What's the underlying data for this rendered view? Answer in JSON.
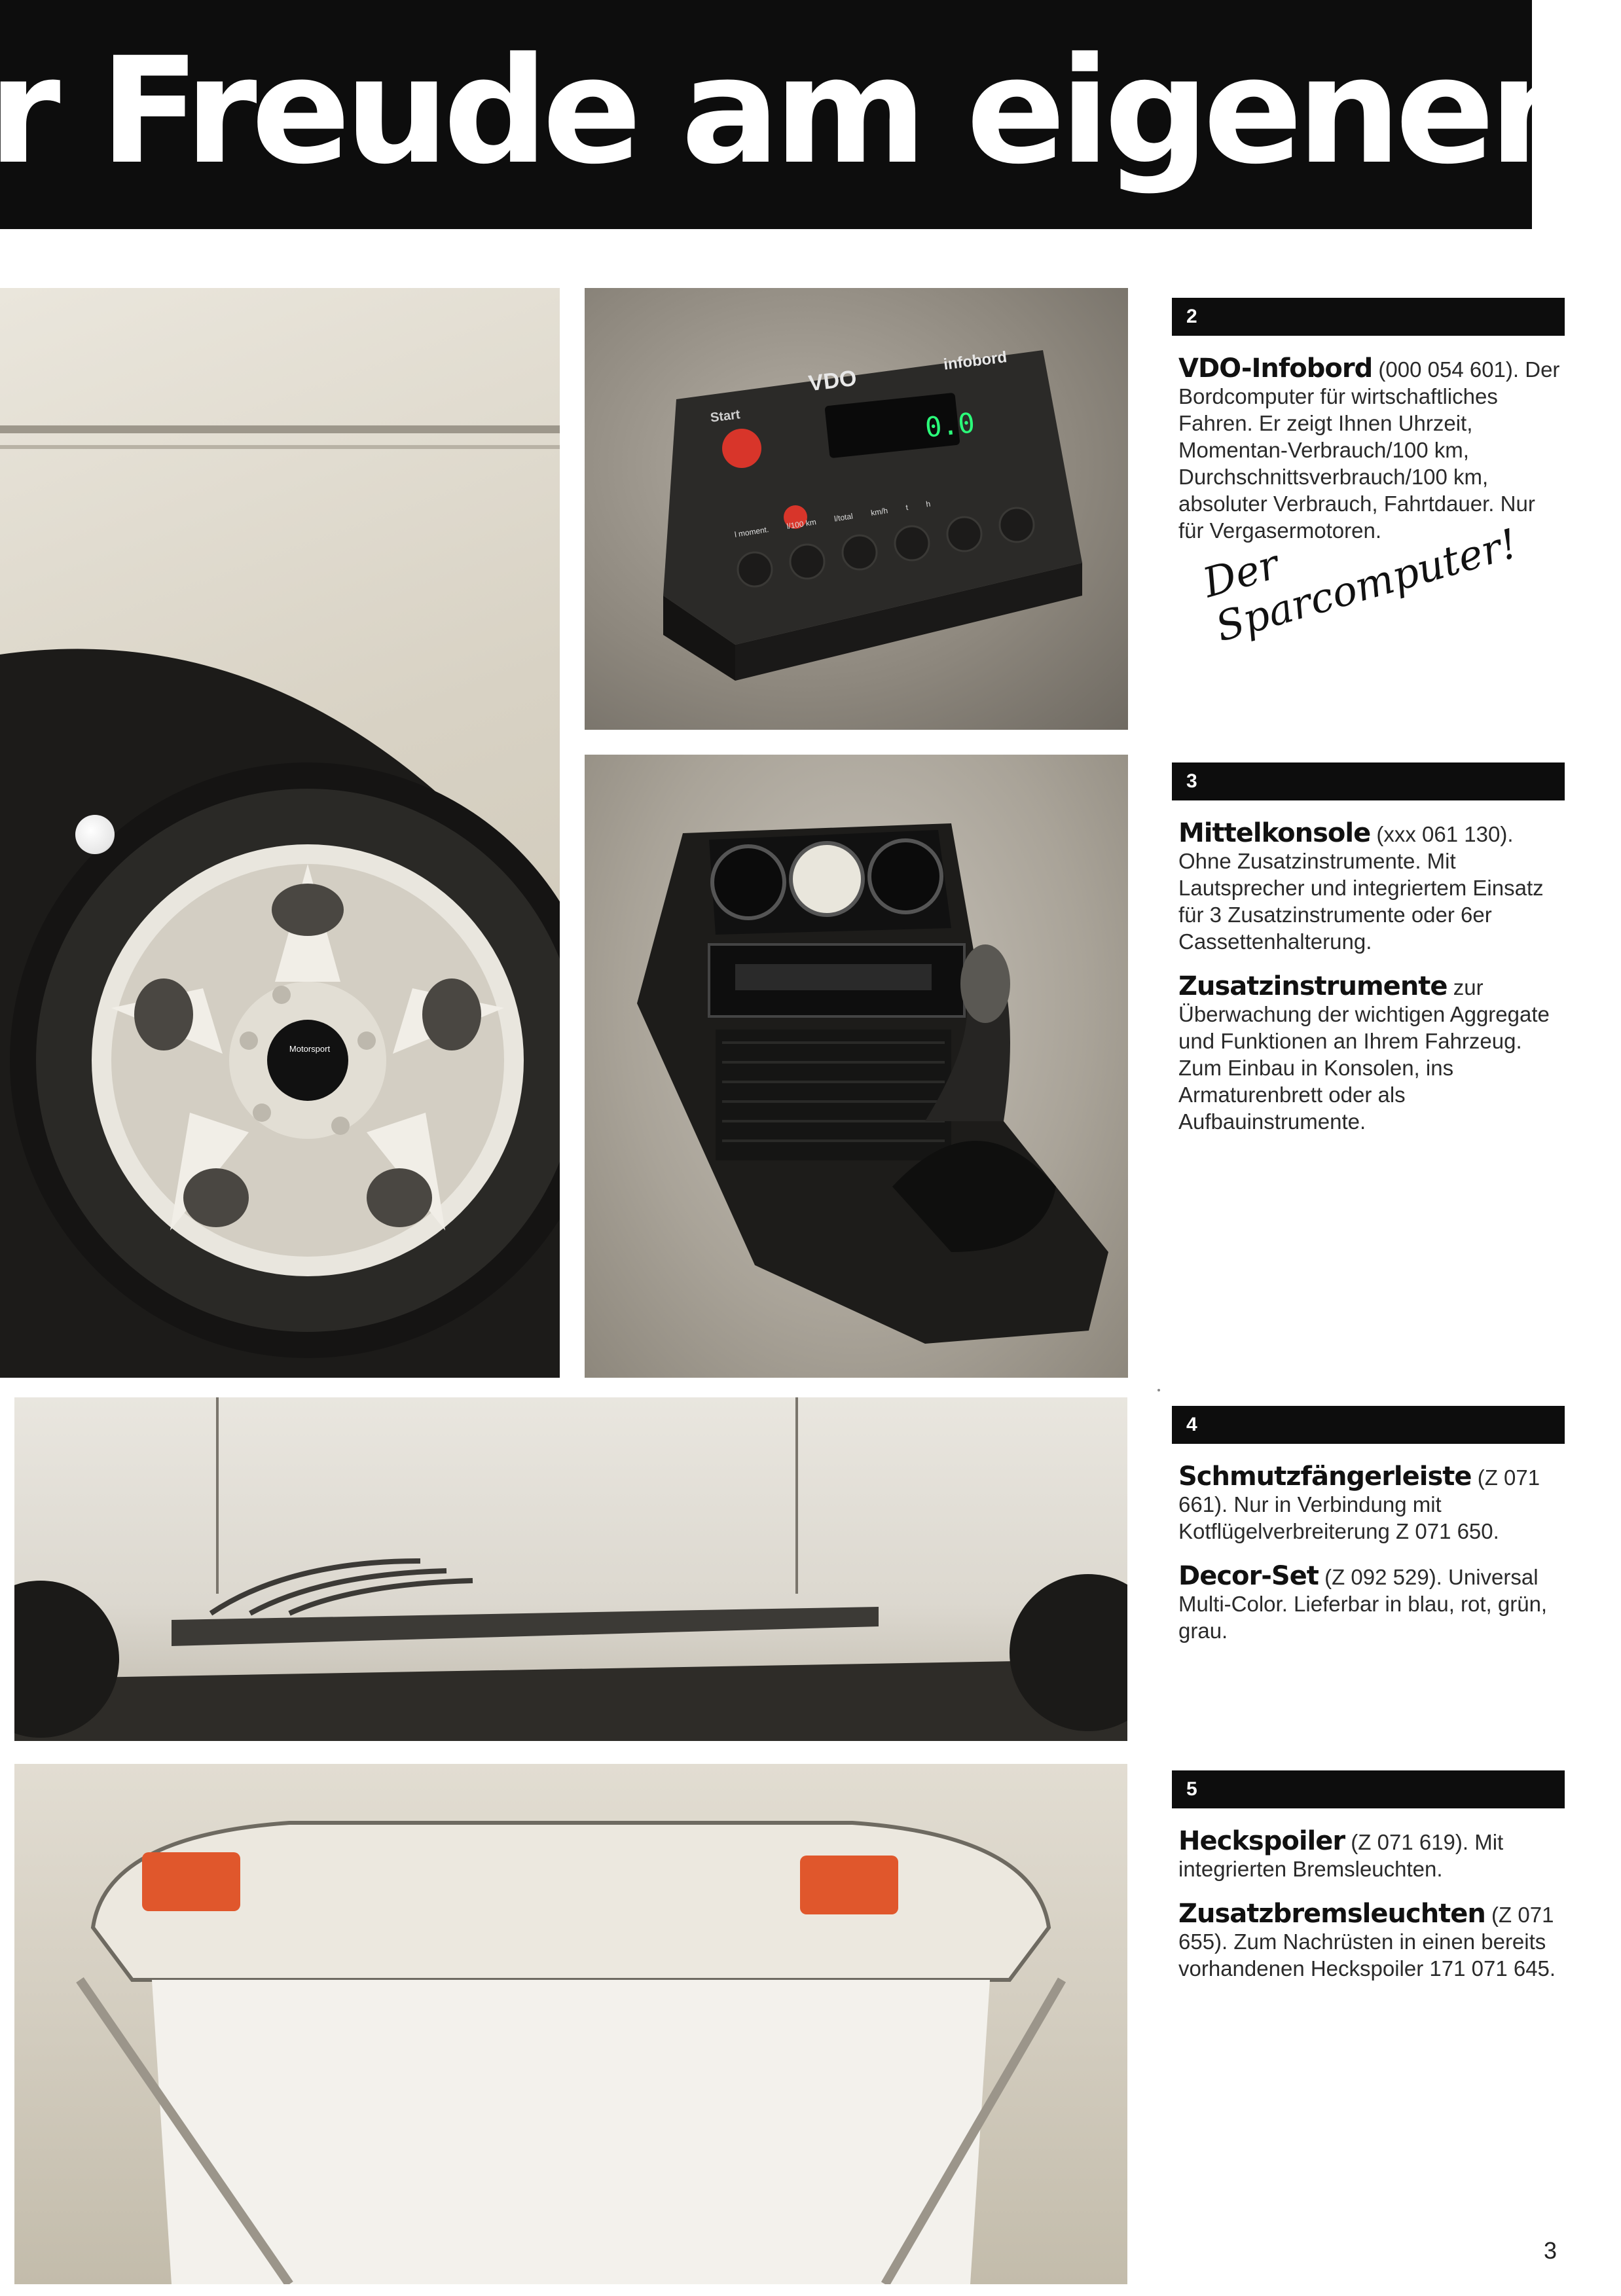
{
  "header": {
    "headline": "r Freude am eigenen Auto."
  },
  "products": [
    {
      "number": "2",
      "paragraphs": [
        {
          "title": "VDO-Infobord",
          "text": " (000 054 601). Der Bordcomputer für wirtschaftliches Fahren. Er zeigt Ihnen Uhrzeit, Momentan-Verbrauch/100 km, Durchschnittsverbrauch/100 km, absoluter Verbrauch, Fahrtdauer. Nur für Vergasermotoren."
        }
      ],
      "handwriting": "Der Sparcomputer!"
    },
    {
      "number": "3",
      "paragraphs": [
        {
          "title": "Mittelkonsole",
          "text": " (xxx 061 130). Ohne Zusatzinstrumente. Mit Lautsprecher und integriertem Einsatz für 3 Zusatzinstrumente oder 6er Cassettenhalterung."
        },
        {
          "title": "Zusatzinstrumente",
          "text": " zur Überwachung der wichtigen Aggregate und Funktionen an Ihrem Fahrzeug. Zum Einbau in Konsolen, ins Armaturenbrett oder als Aufbauinstrumente."
        }
      ]
    },
    {
      "number": "4",
      "paragraphs": [
        {
          "title": "Schmutzfängerleiste",
          "text": " (Z 071 661). Nur in Verbindung mit Kotflügelverbreiterung Z 071 650."
        },
        {
          "title": "Decor-Set",
          "text": " (Z 092 529). Universal Multi-Color. Lieferbar in blau, rot, grün, grau."
        }
      ]
    },
    {
      "number": "5",
      "paragraphs": [
        {
          "title": "Heckspoiler",
          "text": " (Z 071 619). Mit integrierten Bremsleuchten."
        },
        {
          "title": "Zusatzbremsleuchten",
          "text": " (Z 071 655). Zum Nachrüsten in einen bereits vorhandenen Heckspoiler 171 071 645."
        }
      ]
    }
  ],
  "photos": {
    "infobord": {
      "brand": "VDO",
      "model": "infobord",
      "start_label": "Start",
      "display": "0.0",
      "buttons": [
        "l moment.",
        "l/100 km",
        "l/total",
        "km/h",
        "t",
        "h"
      ]
    },
    "wheel": {
      "hub_text": "Motorsport"
    }
  },
  "page_number": "3",
  "colors": {
    "banner": "#0d0d0d",
    "text": "#1a1a1a",
    "start_button": "#d8352a",
    "display": "#2bff7a"
  }
}
